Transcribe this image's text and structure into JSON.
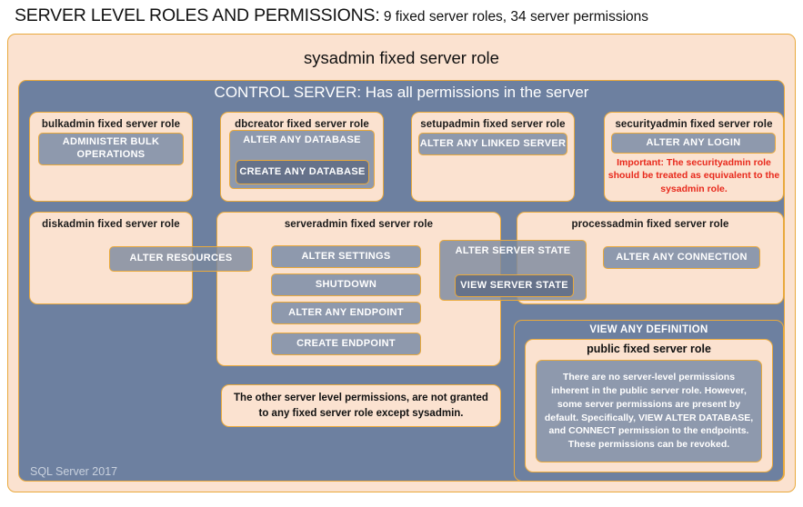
{
  "title": {
    "main": "SERVER LEVEL ROLES AND PERMISSIONS:",
    "sub": " 9 fixed server roles, 34 server permissions"
  },
  "sysadmin": {
    "label": "sysadmin  fixed  server  role"
  },
  "control_server": {
    "label": "CONTROL SERVER: Has all permissions in the server"
  },
  "roles": {
    "bulkadmin": {
      "label": "bulkadmin  fixed server role",
      "permission": "ADMINISTER  BULK OPERATIONS"
    },
    "dbcreator": {
      "label": "dbcreator fixed server role",
      "permission_outer": "ALTER ANY DATABASE",
      "permission_inner": "CREATE  ANY DATABASE"
    },
    "setupadmin": {
      "label": "setupadmin fixed server role",
      "permission": "ALTER ANY LINKED SERVER"
    },
    "securityadmin": {
      "label": "securityadmin  fixed server role",
      "permission": "ALTER ANY LOGIN",
      "warning": "Important:  The securityadmin role should  be treated as equivalent to the  sysadmin role."
    },
    "diskadmin": {
      "label": "diskadmin  fixed server role",
      "permission": "ALTER RESOURCES"
    },
    "serveradmin": {
      "label": "serveradmin fixed server role",
      "permissions": [
        "ALTER SETTINGS",
        "SHUTDOWN",
        "ALTER ANY ENDPOINT",
        "CREATE  ENDPOINT"
      ],
      "permission_outer": "ALTER SERVER  STATE",
      "permission_inner": "VIEW SERVER  STATE"
    },
    "processadmin": {
      "label": "processadmin fixed server role",
      "permission": "ALTER ANY CONNECTION"
    },
    "public": {
      "view_any_definition": "VIEW ANY DEFINITION",
      "label": "public  fixed server role",
      "note": "There are no server-level permissions inherent in the public server role. However, some server permissions are present by default. Specifically, VIEW ALTER DATABASE, and CONNECT permission to the endpoints. These permissions can be revoked."
    }
  },
  "notes": {
    "other_permissions": "The other server level permissions,  are not granted to any fixed server role except sysadmin."
  },
  "footer": {
    "label": "SQL Server 2017"
  },
  "colors": {
    "peach": "#fbe2d0",
    "blue": "#6d80a0",
    "border_orange": "#e9a93c",
    "chip": "#8e99ad",
    "chip_dark": "#66728a",
    "warning_red": "#e8291c"
  }
}
